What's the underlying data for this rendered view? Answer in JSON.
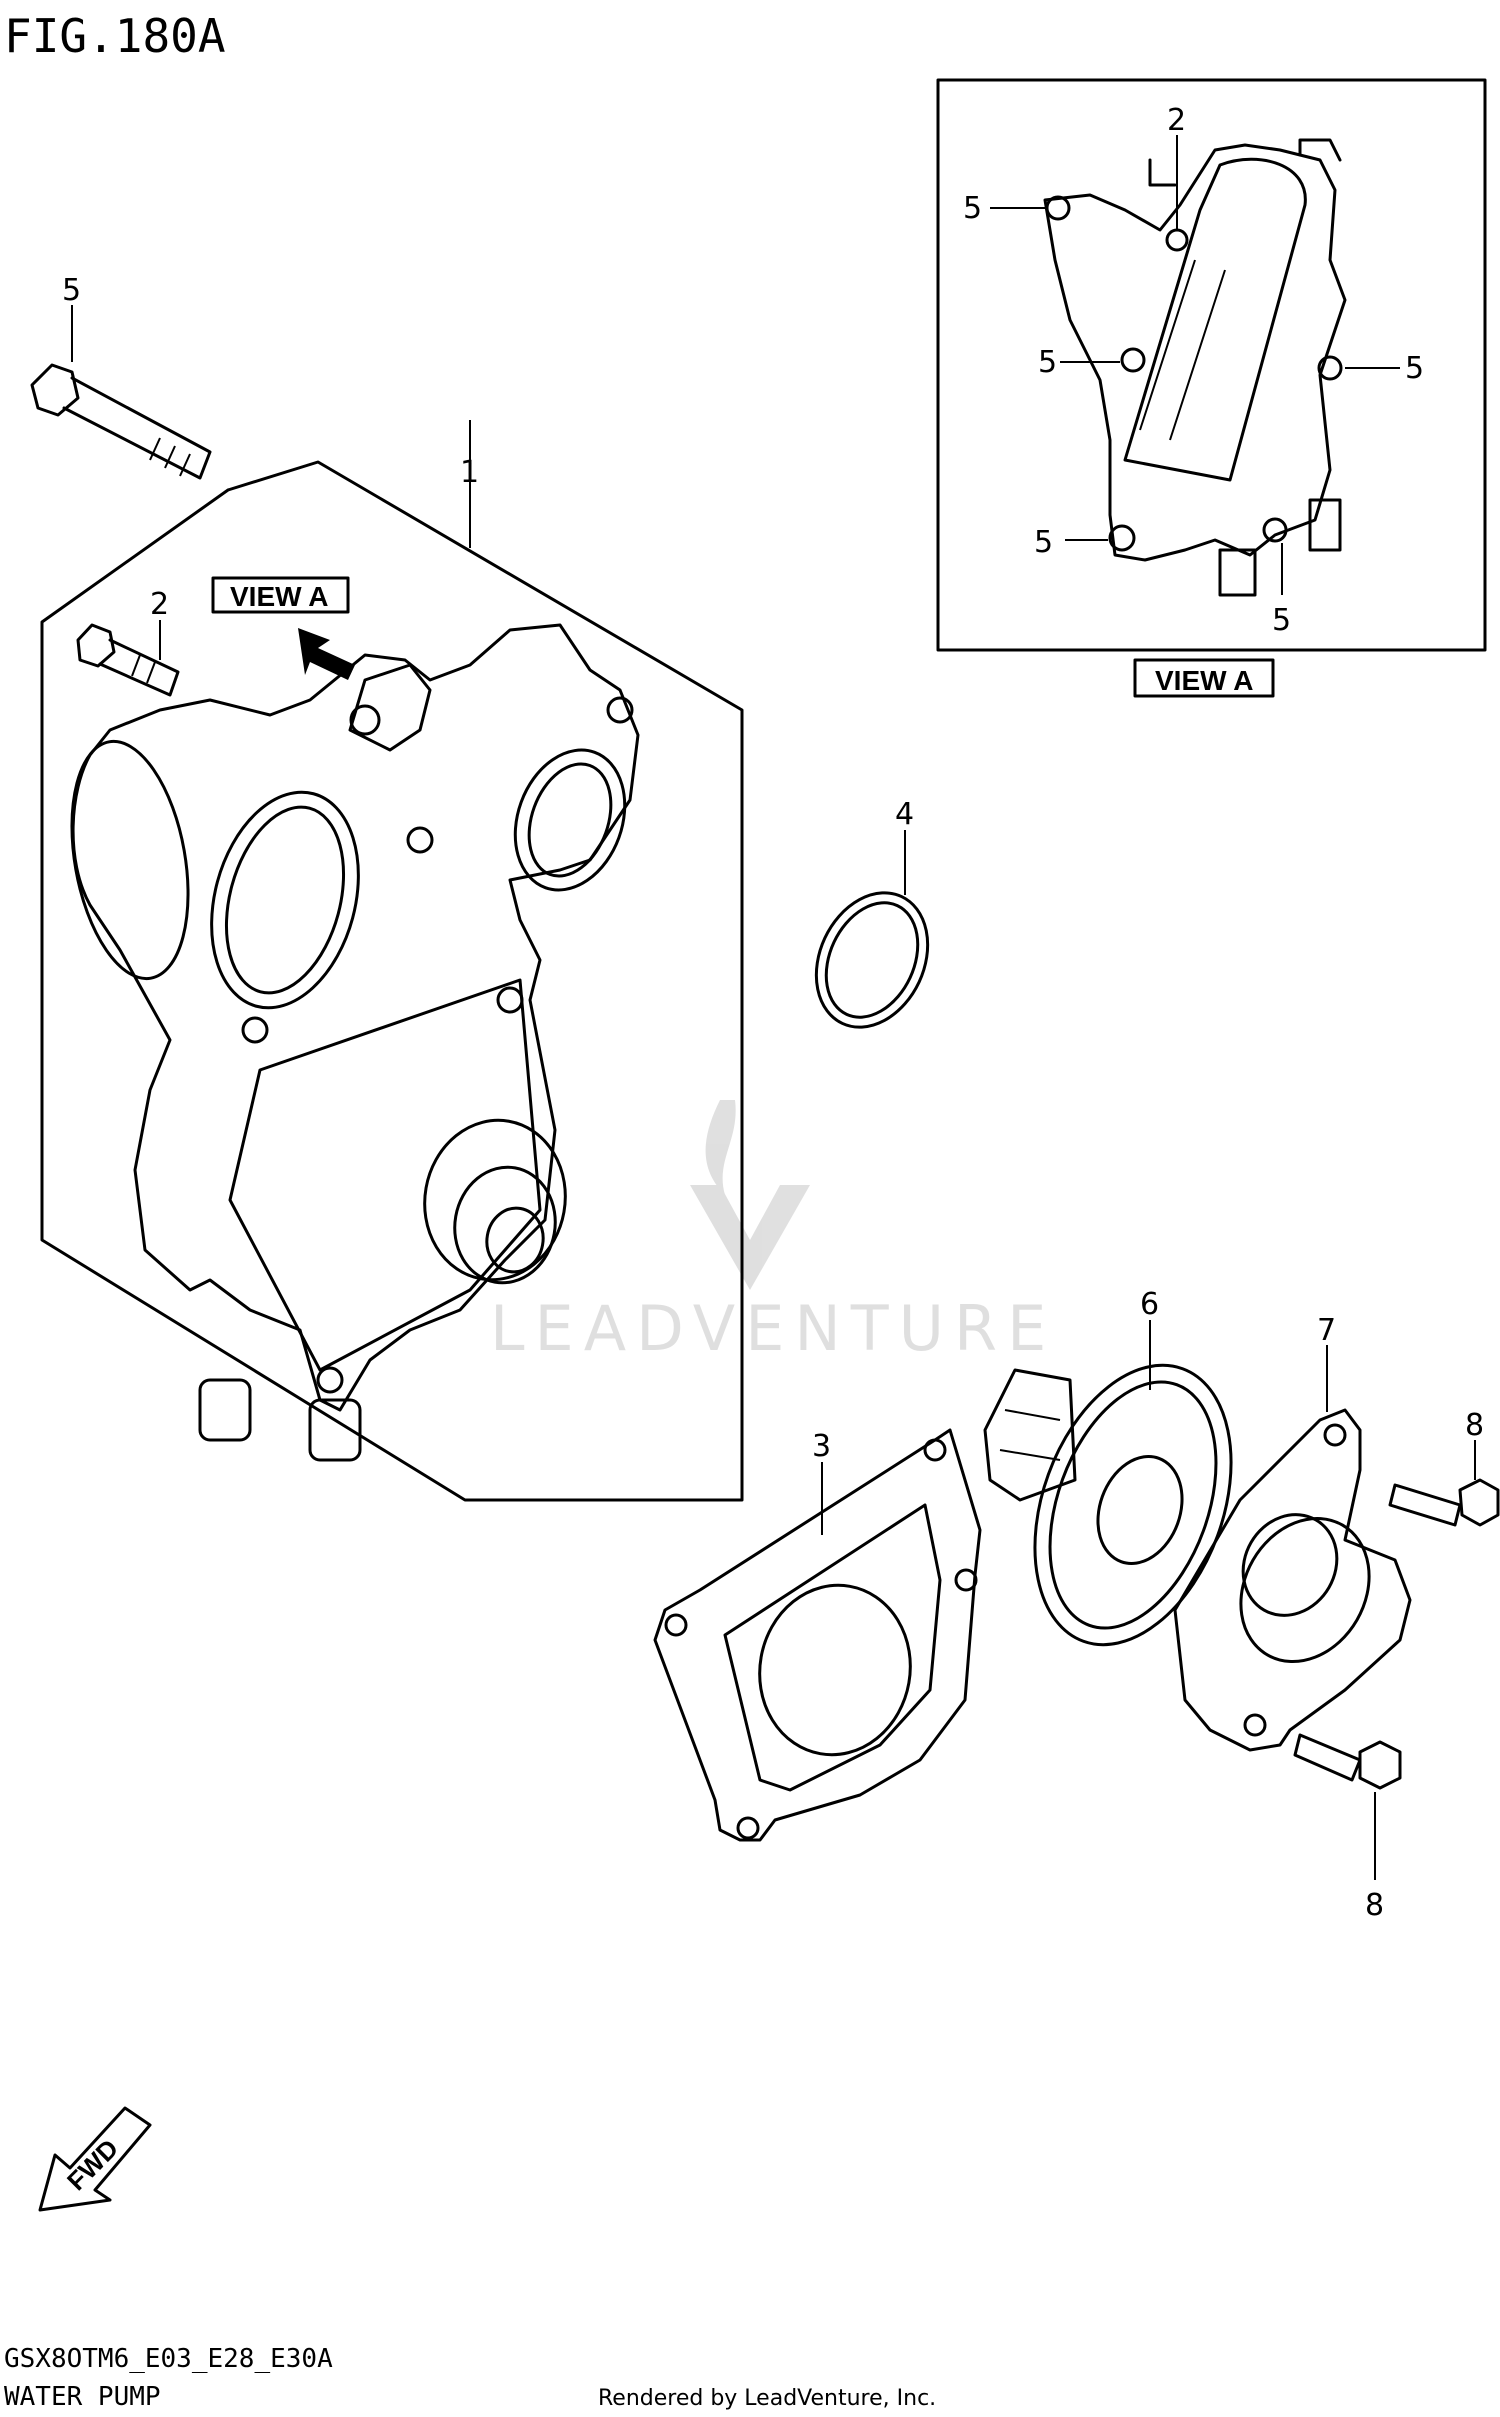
{
  "figure": {
    "title": "FIG.180A"
  },
  "view_box": {
    "label": "VIEW A"
  },
  "view_arrow_label": "VIEW A",
  "callouts": [
    "1",
    "2",
    "2",
    "3",
    "4",
    "5",
    "5",
    "5",
    "5",
    "5",
    "5",
    "6",
    "7",
    "8",
    "8"
  ],
  "fwd_label": "FWD",
  "watermark": "LEADVENTURE",
  "footer": {
    "model_code": "GSX8OTM6_E03_E28_E30A",
    "section": "WATER PUMP",
    "credit": "Rendered by LeadVenture, Inc."
  }
}
